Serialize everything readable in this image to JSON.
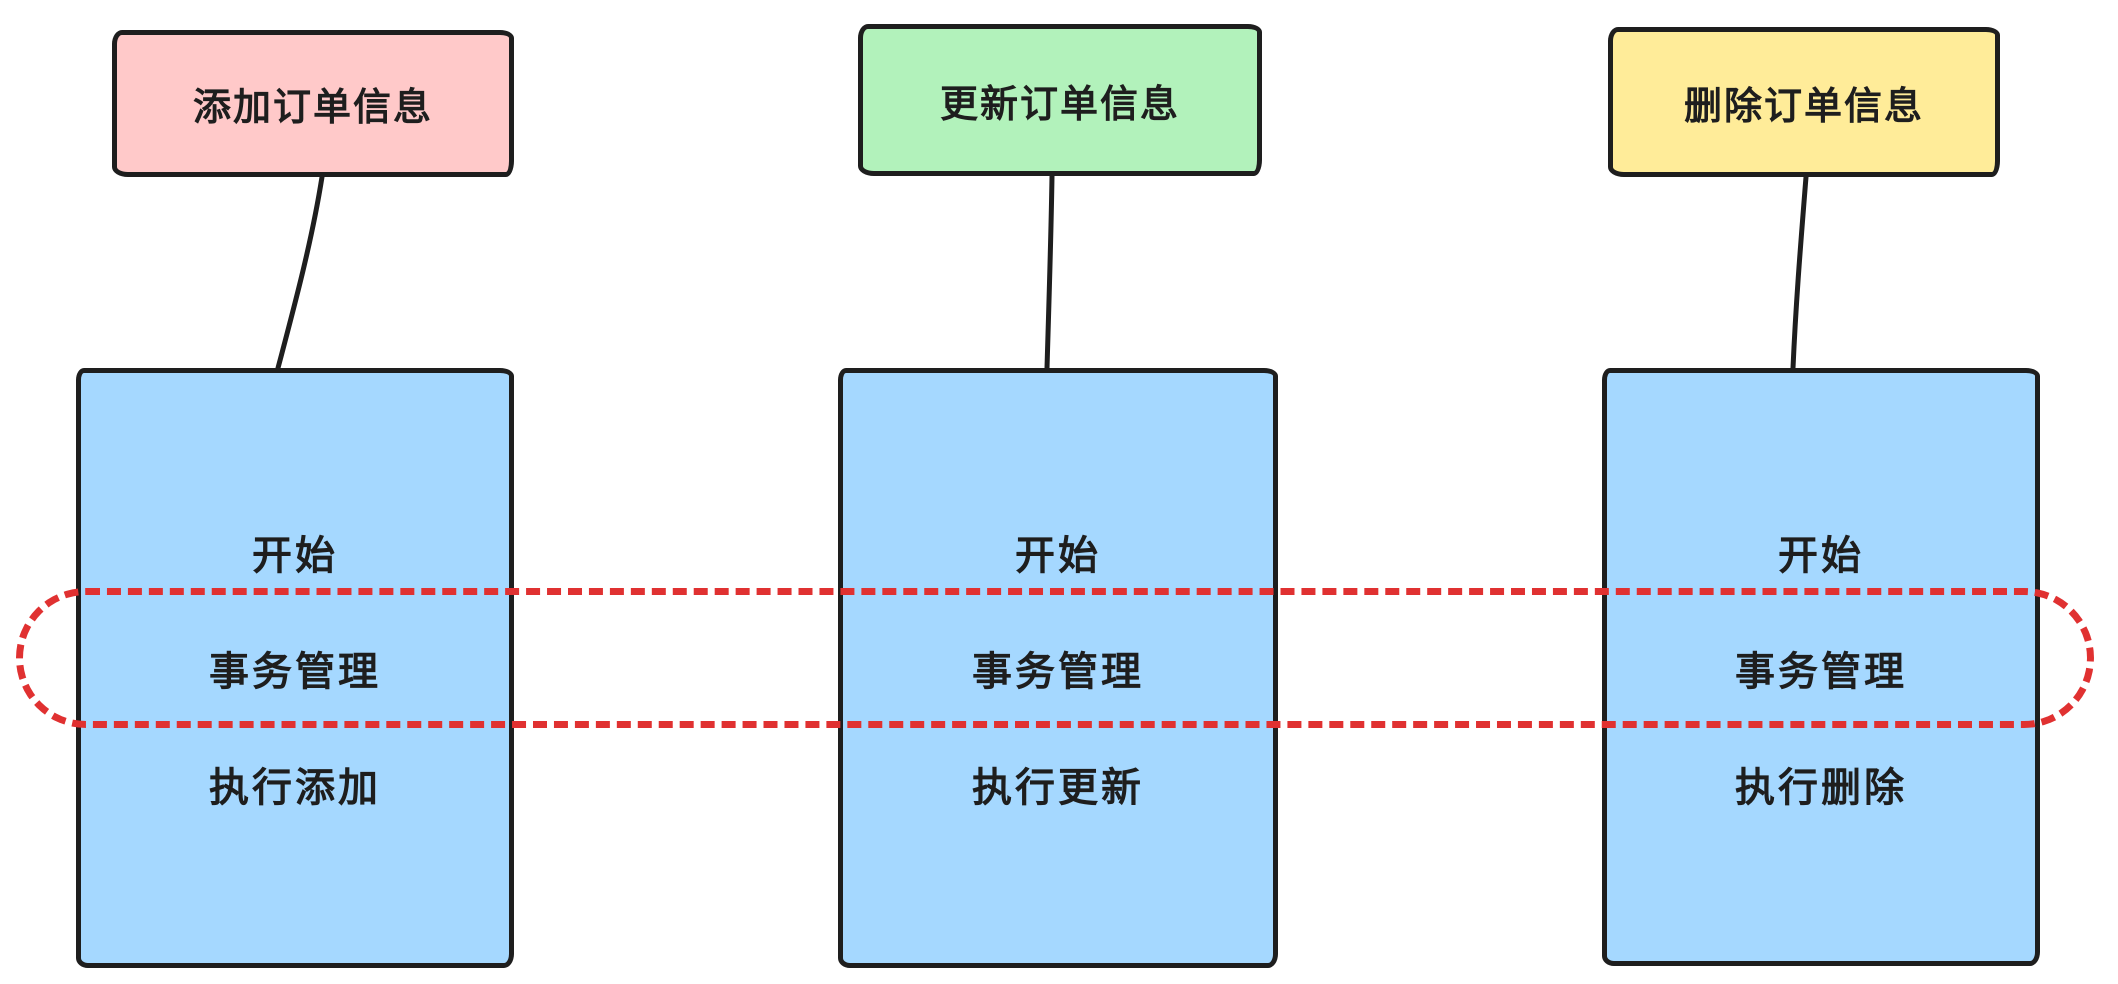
{
  "diagram": {
    "type": "flow-comparison",
    "stroke_color": "#1e1e1e",
    "columns": [
      {
        "header": {
          "label": "添加订单信息",
          "bg": "#ffc9c9"
        },
        "body": {
          "bg": "#a5d8ff",
          "lines": [
            "开始",
            "事务管理",
            "执行添加"
          ]
        }
      },
      {
        "header": {
          "label": "更新订单信息",
          "bg": "#b2f2bb"
        },
        "body": {
          "bg": "#a5d8ff",
          "lines": [
            "开始",
            "事务管理",
            "执行更新"
          ]
        }
      },
      {
        "header": {
          "label": "删除订单信息",
          "bg": "#ffec99"
        },
        "body": {
          "bg": "#a5d8ff",
          "lines": [
            "开始",
            "事务管理",
            "执行删除"
          ]
        }
      }
    ],
    "highlight": {
      "border_color": "#e03131",
      "wraps_step": "事务管理"
    }
  }
}
